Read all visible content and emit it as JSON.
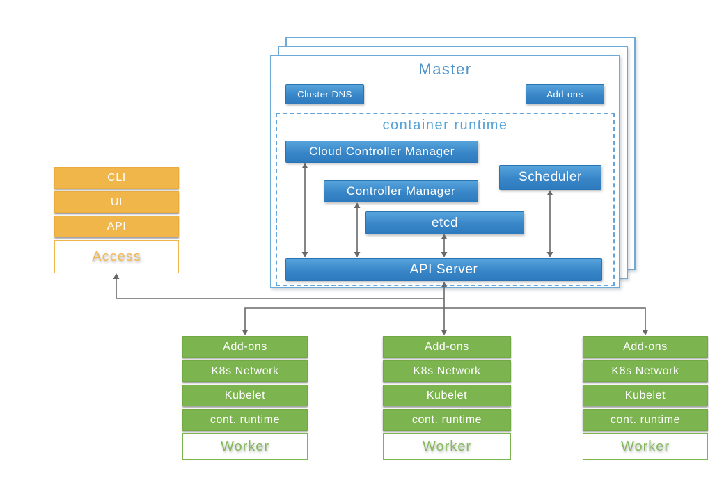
{
  "colors": {
    "blue_gradient_top": "#57a4dc",
    "blue_gradient_bottom": "#2e7abe",
    "blue_sheet_border": "#6fa9d6",
    "blue_dashed_border": "#66a5da",
    "blue_title_text": "#4e93cc",
    "orange": "#f0b64a",
    "green": "#7cb450",
    "connector_gray": "#686868"
  },
  "master": {
    "title": "Master",
    "buttons": [
      {
        "label": "Cluster DNS"
      },
      {
        "label": "Add-ons"
      }
    ],
    "container_runtime": {
      "label": "container runtime",
      "components": {
        "cloud_controller_manager": "Cloud Controller Manager",
        "controller_manager": "Controller Manager",
        "etcd": "etcd",
        "scheduler": "Scheduler",
        "api_server": "API Server"
      }
    }
  },
  "access_stack": {
    "items": [
      "CLI",
      "UI",
      "API"
    ],
    "footer": "Access"
  },
  "workers": [
    {
      "rows": [
        "Add-ons",
        "K8s Network",
        "Kubelet",
        "cont. runtime"
      ],
      "footer": "Worker"
    },
    {
      "rows": [
        "Add-ons",
        "K8s Network",
        "Kubelet",
        "cont. runtime"
      ],
      "footer": "Worker"
    },
    {
      "rows": [
        "Add-ons",
        "K8s Network",
        "Kubelet",
        "cont. runtime"
      ],
      "footer": "Worker"
    }
  ]
}
